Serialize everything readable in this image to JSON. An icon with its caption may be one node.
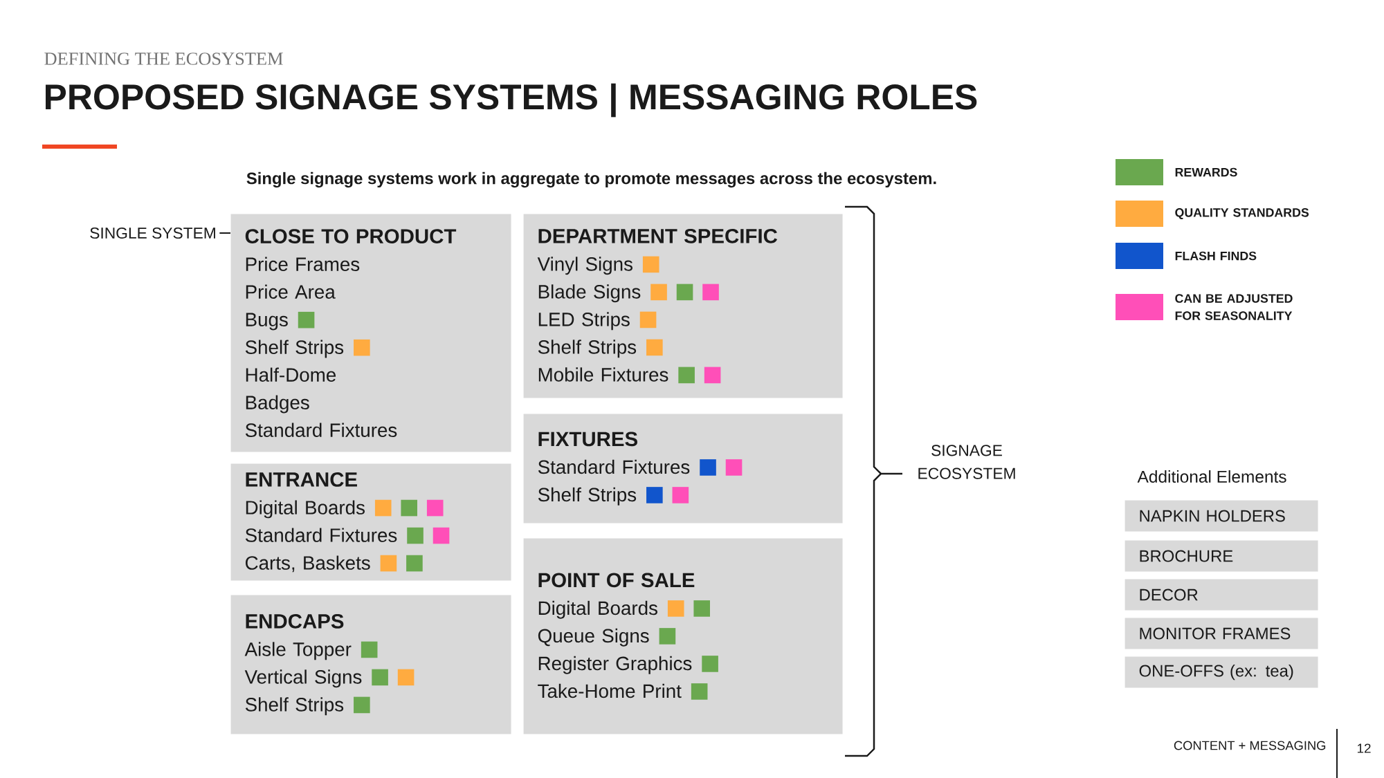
{
  "diagram": {
    "title": "PROPOSED SIGNAGE SYSTEMS | MESSAGING ROLES",
    "nodes": [
      {
        "text": [
          "SINGLE SYSTEM"
        ]
      },
      {
        "text": [
          "CLOSE TO PRODUCT",
          "Price Frames",
          "Price Area",
          "Bugs",
          "Shelf Strips",
          "Half-Dome",
          "Badges",
          "Standard Fixtures"
        ]
      },
      {
        "text": [
          "ENTRANCE",
          "Digital Boards",
          "Standard Fixtures",
          "Carts, Baskets"
        ]
      },
      {
        "text": [
          "ENDCAPS",
          "Aisle Topper",
          "Vertical Signs",
          "Shelf Strips"
        ]
      },
      {
        "text": [
          "DEPARTMENT SPECIFIC",
          "Vinyl Signs",
          "Blade Signs",
          "LED Strips",
          "Shelf Strips",
          "Mobile Fixtures"
        ]
      },
      {
        "text": [
          "FIXTURES",
          "Standard Fixtures",
          "Shelf Strips"
        ]
      },
      {
        "text": [
          "POINT OF SALE",
          "Digital Boards",
          "Queue Signs",
          "Register Graphics",
          "Take-Home Print"
        ]
      },
      {
        "text": [
          "NAPKIN HOLDERS"
        ]
      },
      {
        "text": [
          "BROCHURE"
        ]
      },
      {
        "text": [
          "DECOR"
        ]
      },
      {
        "text": [
          "MONITOR FRAMES"
        ]
      },
      {
        "text": [
          "ONE-OFFS (ex: tea)"
        ]
      }
    ],
    "edges": [
      {
        "from": 0,
        "to": 1,
        "arrow": "none"
      }
    ],
    "labels": [
      "DEFINING THE ECOSYSTEM",
      "Single signage systems work in aggregate to promote messages across the ecosystem.",
      "SIGNAGE ECOSYSTEM",
      "Additional Elements",
      "CONTENT + MESSAGING",
      "12"
    ],
    "legend": [
      {
        "text": "REWARDS",
        "color": "#6aa84f"
      },
      {
        "text": "QUALITY STANDARDS",
        "color": "#ffab40"
      },
      {
        "text": "FLASH FINDS",
        "color": "#1155cc"
      },
      {
        "text": "CAN BE ADJUSTED FOR SEASONALITY",
        "color": "#ff4fb8"
      }
    ]
  }
}
